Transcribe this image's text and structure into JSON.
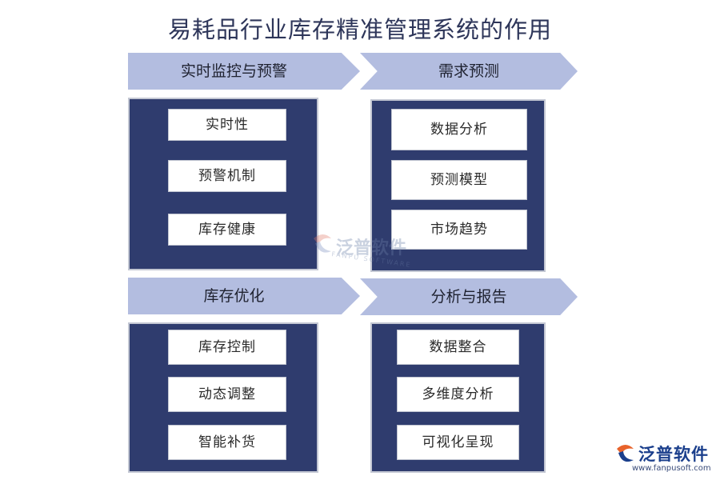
{
  "title": "易耗品行业库存精准管理系统的作用",
  "sections": [
    {
      "header": "实时监控与预警",
      "items": [
        "实时性",
        "预警机制",
        "库存健康"
      ]
    },
    {
      "header": "需求预测",
      "items": [
        "数据分析",
        "预测模型",
        "市场趋势"
      ]
    },
    {
      "header": "库存优化",
      "items": [
        "库存控制",
        "动态调整",
        "智能补货"
      ]
    },
    {
      "header": "分析与报告",
      "items": [
        "数据整合",
        "多维度分析",
        "可视化呈现"
      ]
    }
  ],
  "watermark": {
    "text": "泛普软件",
    "subtext": "FANPU SOFTWARE"
  },
  "brand": {
    "name": "泛普软件",
    "url": "www.fanpusoft.com"
  },
  "colors": {
    "banner": "#b3bde0",
    "panel": "#2f3c6e",
    "item_bg": "#ffffff",
    "title": "#2d3559"
  }
}
